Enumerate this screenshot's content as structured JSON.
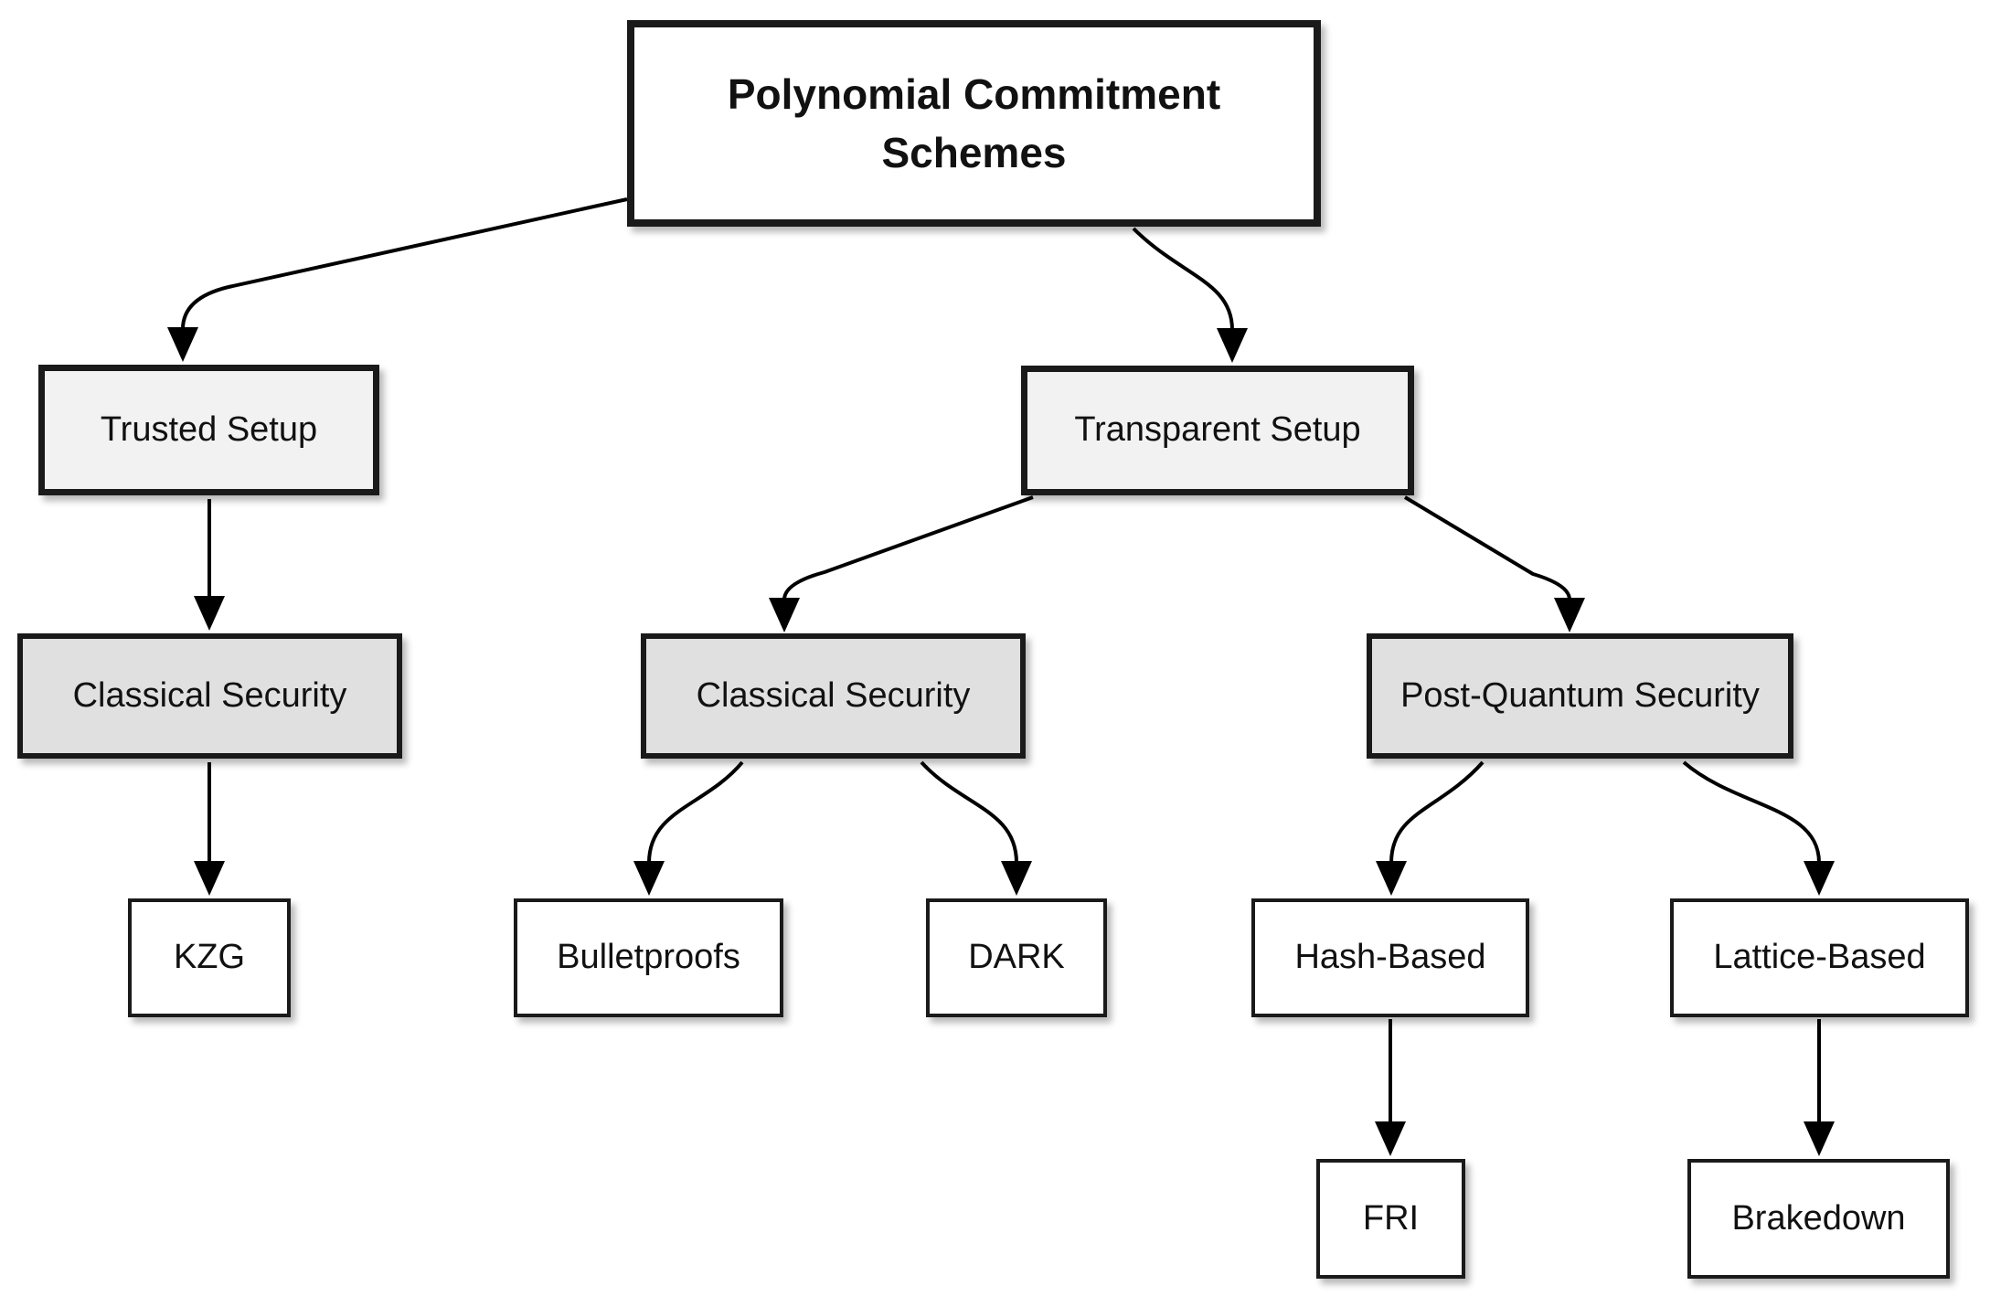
{
  "diagram": {
    "type": "flowchart",
    "background_color": "#ffffff",
    "root": {
      "line1": "Polynomial Commitment",
      "line2": "Schemes"
    },
    "nodes": {
      "root": {
        "label": "Polynomial Commitment Schemes"
      },
      "trusted": {
        "label": "Trusted Setup"
      },
      "transparent": {
        "label": "Transparent Setup"
      },
      "classical_left": {
        "label": "Classical Security"
      },
      "classical_mid": {
        "label": "Classical Security"
      },
      "post_quantum": {
        "label": "Post-Quantum Security"
      },
      "kzg": {
        "label": "KZG"
      },
      "bulletproofs": {
        "label": "Bulletproofs"
      },
      "dark": {
        "label": "DARK"
      },
      "hash_based": {
        "label": "Hash-Based"
      },
      "lattice_based": {
        "label": "Lattice-Based"
      },
      "fri": {
        "label": "FRI"
      },
      "brakedown": {
        "label": "Brakedown"
      }
    },
    "edges": [
      {
        "from": "root",
        "to": "trusted"
      },
      {
        "from": "root",
        "to": "transparent"
      },
      {
        "from": "trusted",
        "to": "classical_left"
      },
      {
        "from": "transparent",
        "to": "classical_mid"
      },
      {
        "from": "transparent",
        "to": "post_quantum"
      },
      {
        "from": "classical_left",
        "to": "kzg"
      },
      {
        "from": "classical_mid",
        "to": "bulletproofs"
      },
      {
        "from": "classical_mid",
        "to": "dark"
      },
      {
        "from": "post_quantum",
        "to": "hash_based"
      },
      {
        "from": "post_quantum",
        "to": "lattice_based"
      },
      {
        "from": "hash_based",
        "to": "fri"
      },
      {
        "from": "lattice_based",
        "to": "brakedown"
      }
    ],
    "colors": {
      "setup_fill": "#f2f2f2",
      "security_fill": "#e0e0e0",
      "scheme_fill": "#ffffff",
      "border": "#1a1a1a",
      "line": "#000000",
      "text": "#111111"
    }
  }
}
